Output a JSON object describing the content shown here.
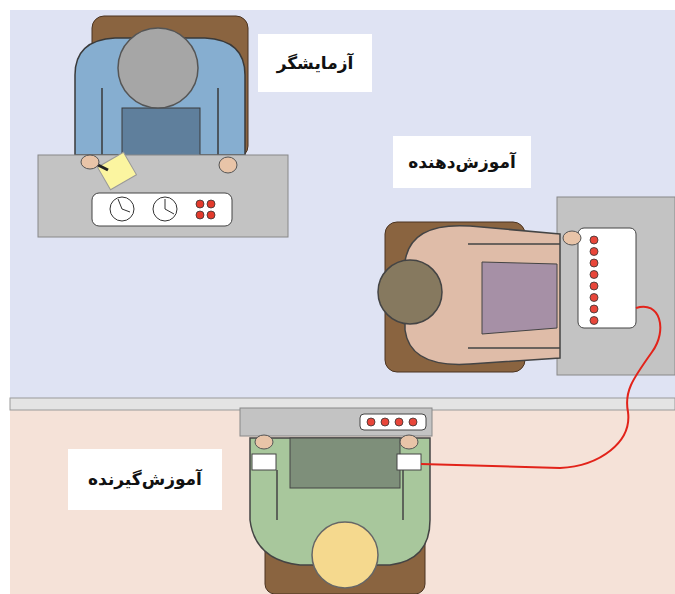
{
  "diagram": {
    "nodes": [
      {
        "text": [
          "آزمایشگر"
        ]
      },
      {
        "text": [
          "آموزش‌دهنده"
        ]
      },
      {
        "text": [
          "آموزش‌گیرنده"
        ]
      }
    ]
  }
}
